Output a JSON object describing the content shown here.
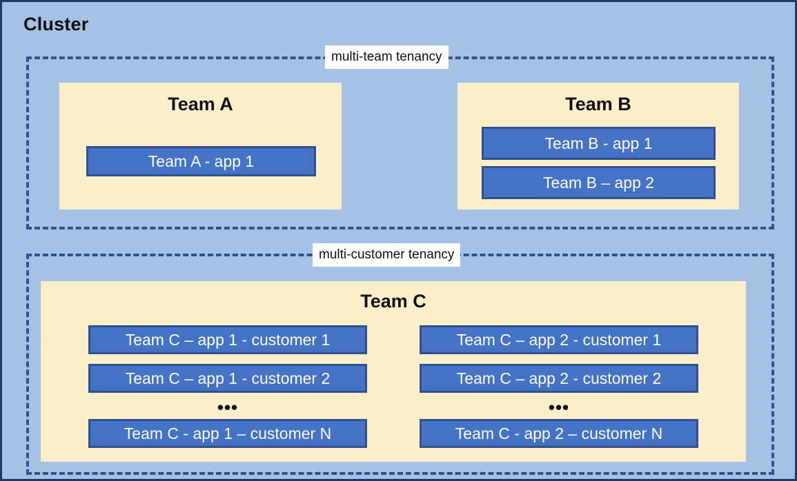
{
  "diagram": {
    "title": "Cluster",
    "colors": {
      "cluster_background": "#A5C1E4",
      "cluster_border": "#1F3864",
      "tenancy_border": "#2F528F",
      "team_box_fill": "#FDEECB",
      "app_box_fill": "#4472C4",
      "app_box_border": "#2F528F",
      "app_box_text": "#FFFFFF",
      "label_background": "#FFFFFF",
      "text": "#101010"
    }
  },
  "regions": [
    {
      "id": "multi-team",
      "label": "multi-team tenancy",
      "teams": [
        {
          "id": "team-a",
          "title": "Team A",
          "apps": [
            {
              "label": "Team A - app 1"
            }
          ]
        },
        {
          "id": "team-b",
          "title": "Team B",
          "apps": [
            {
              "label": "Team B - app 1"
            },
            {
              "label": "Team B – app 2"
            }
          ]
        }
      ]
    },
    {
      "id": "multi-customer",
      "label": "multi-customer tenancy",
      "teams": [
        {
          "id": "team-c",
          "title": "Team C",
          "columns": [
            {
              "id": "team-c-app-1",
              "ellipsis": "•••",
              "apps": [
                {
                  "label": "Team C – app 1 - customer 1"
                },
                {
                  "label": "Team C – app 1 - customer 2"
                },
                {
                  "label": "Team C - app 1 – customer N"
                }
              ]
            },
            {
              "id": "team-c-app-2",
              "ellipsis": "•••",
              "apps": [
                {
                  "label": "Team C – app 2 - customer 1"
                },
                {
                  "label": "Team C – app 2 - customer 2"
                },
                {
                  "label": "Team C - app 2 – customer N"
                }
              ]
            }
          ]
        }
      ]
    }
  ]
}
